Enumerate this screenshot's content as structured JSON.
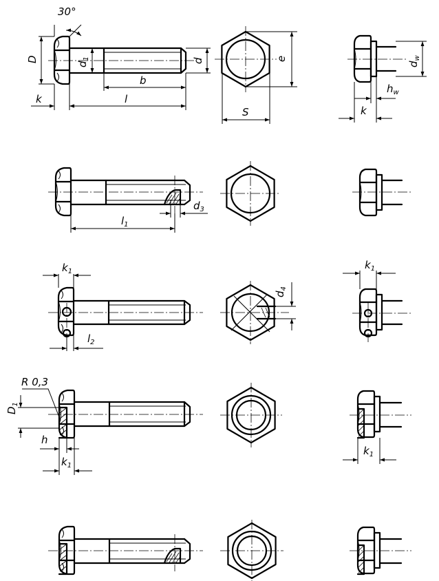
{
  "labels": {
    "angle": "30°",
    "D": "D",
    "d1": "d",
    "d1_sub": "1",
    "d": "d",
    "b": "b",
    "k": "k",
    "l": "l",
    "e": "e",
    "S": "S",
    "dw": "d",
    "dw_sub": "w",
    "hw": "h",
    "hw_sub": "w",
    "k_right": "k",
    "d3": "d",
    "d3_sub": "3",
    "l1": "l",
    "l1_sub": "1",
    "k1_row3_left": "k",
    "k1_row3_left_sub": "1",
    "l2": "l",
    "l2_sub": "2",
    "d4": "d",
    "d4_sub": "4",
    "k1_row3_right": "k",
    "k1_row3_right_sub": "1",
    "R": "R 0,3",
    "D1": "D",
    "D1_sub": "1",
    "h": "h",
    "k1_row4_left": "k",
    "k1_row4_left_sub": "1",
    "k1_row4_right": "k",
    "k1_row4_right_sub": "1"
  }
}
